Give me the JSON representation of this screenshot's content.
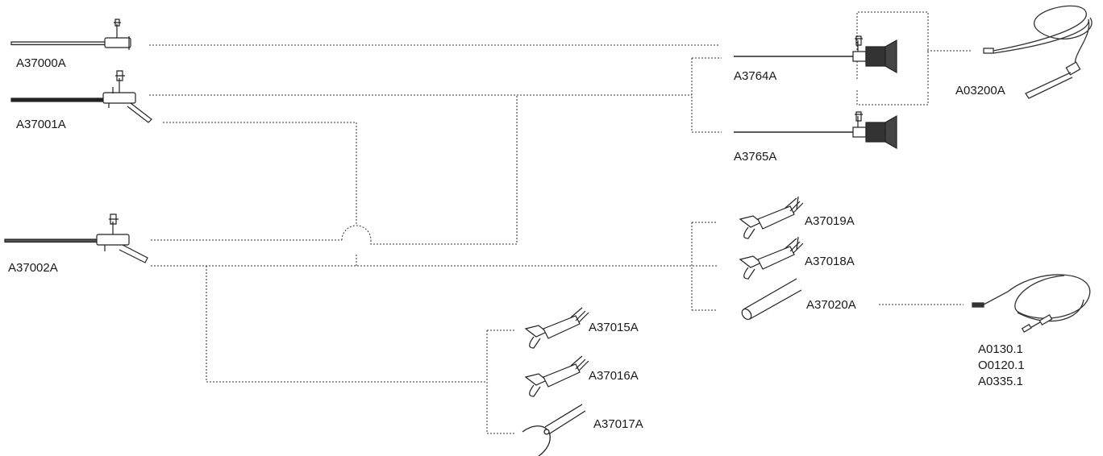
{
  "parts": {
    "a37000a": "A37000A",
    "a37001a": "A37001A",
    "a37002a": "A37002A",
    "a3764a": "A3764A",
    "a3765a": "A3765A",
    "a03200a": "A03200A",
    "a37019a": "A37019A",
    "a37018a": "A37018A",
    "a37020a": "A37020A",
    "a37015a": "A37015A",
    "a37016a": "A37016A",
    "a37017a": "A37017A",
    "cable_codes": [
      "A0130.1",
      "O0120.1",
      "A0335.1"
    ]
  }
}
